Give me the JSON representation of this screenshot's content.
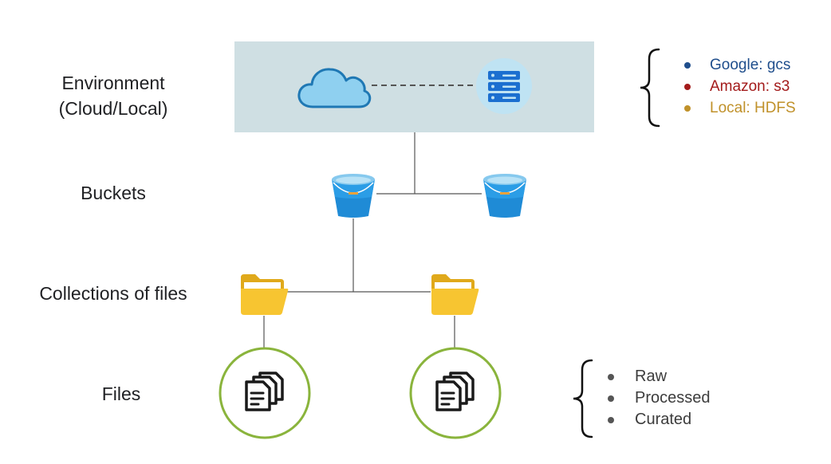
{
  "levels": {
    "environment": "Environment\n(Cloud/Local)",
    "buckets": "Buckets",
    "collections": "Collections of files",
    "files": "Files"
  },
  "environment_types": [
    {
      "label": "Google: gcs",
      "color": "#1f4e8c"
    },
    {
      "label": "Amazon: s3",
      "color": "#a31b1b"
    },
    {
      "label": "Local: HDFS",
      "color": "#c0912a"
    }
  ],
  "file_stages": [
    {
      "label": "Raw"
    },
    {
      "label": "Processed"
    },
    {
      "label": "Curated"
    }
  ],
  "icons": {
    "environment": [
      "cloud-icon",
      "server-icon"
    ],
    "buckets": [
      "bucket-icon",
      "bucket-icon"
    ],
    "collections": [
      "folder-icon",
      "folder-icon"
    ],
    "files": [
      "documents-icon",
      "documents-icon"
    ]
  },
  "colors": {
    "environment_box": "#cfdfe3",
    "cloud_fill": "#8fd0f0",
    "cloud_stroke": "#1f78b4",
    "server": "#1b6fd0",
    "bucket": "#1f8bd6",
    "folder": "#f7c531",
    "file_ring": "#8ab43c",
    "connector": "#555555"
  }
}
